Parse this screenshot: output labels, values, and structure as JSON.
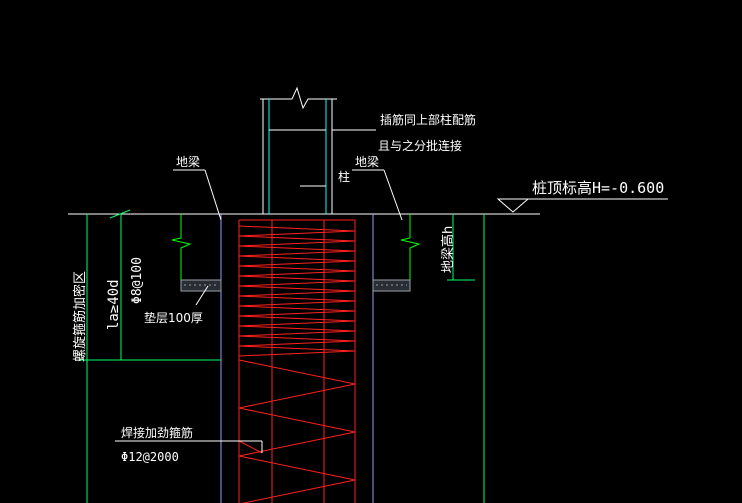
{
  "drawing": {
    "colors": {
      "background": "#000000",
      "outline": "#ffffff",
      "dimension": "#00ff66",
      "column_edge": "#00ffff",
      "pile_edge": "#8fa0ff",
      "rebar": "#ff2020",
      "cushion": "#9aa0a8",
      "leader": "#00ff00"
    },
    "labels": {
      "bar_note_1": "插筋同上部柱配筋",
      "bar_note_2": "且与之分批连接",
      "column": "柱",
      "ground_beam_left": "地梁",
      "ground_beam_right": "地梁",
      "pile_top_elev": "桩顶标高H=-0.600",
      "beam_height": "地梁高h",
      "spiral_zone": "螺旋箍筋加密区",
      "anchor_length": "la≥40d",
      "stirrup_spec": "Φ8@100",
      "cushion": "垫层100厚",
      "weld_stirrup": "焊接加劲箍筋",
      "weld_stirrup_spec": "Φ12@2000"
    }
  }
}
